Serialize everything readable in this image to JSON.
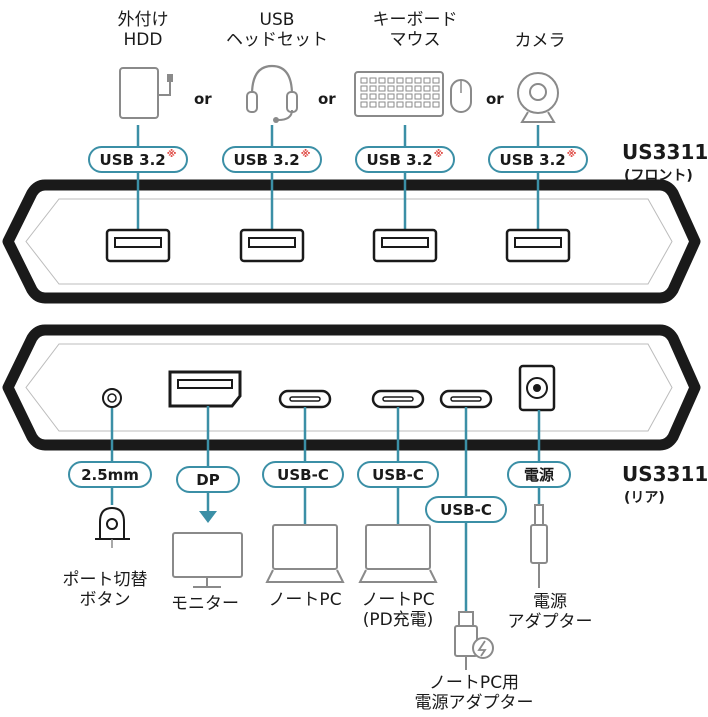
{
  "front": {
    "title": "US3311",
    "subtitle": "(フロント)",
    "devices": [
      {
        "label": "外付け\nHDD",
        "icon": "hdd-icon"
      },
      {
        "label": "USB\nヘッドセット",
        "icon": "headset-icon"
      },
      {
        "label": "キーボード\nマウス",
        "icon": "keyboard-mouse-icon"
      },
      {
        "label": "カメラ",
        "icon": "camera-icon"
      }
    ],
    "or_label": "or",
    "port_label": "USB 3.2",
    "port_mark": "※"
  },
  "rear": {
    "title": "US3311",
    "subtitle": "(リア)",
    "ports": [
      {
        "label": "2.5mm",
        "device": "ポート切替\nボタン",
        "icon": "switch-button-icon"
      },
      {
        "label": "DP",
        "device": "モニター",
        "icon": "monitor-icon"
      },
      {
        "label": "USB-C",
        "device": "ノートPC",
        "icon": "laptop-icon"
      },
      {
        "label": "USB-C",
        "device": "ノートPC\n(PD充電)",
        "icon": "laptop-icon"
      },
      {
        "label": "USB-C",
        "device": "ノートPC用\n電源アダプター",
        "icon": "power-adapter-icon"
      },
      {
        "label": "電源",
        "device": "電源\nアダプター",
        "icon": "dc-plug-icon"
      }
    ]
  },
  "colors": {
    "accent": "#3b8fa6",
    "line": "#1a1a1a",
    "icon": "#8a8a8a",
    "mark": "#e0504a"
  }
}
